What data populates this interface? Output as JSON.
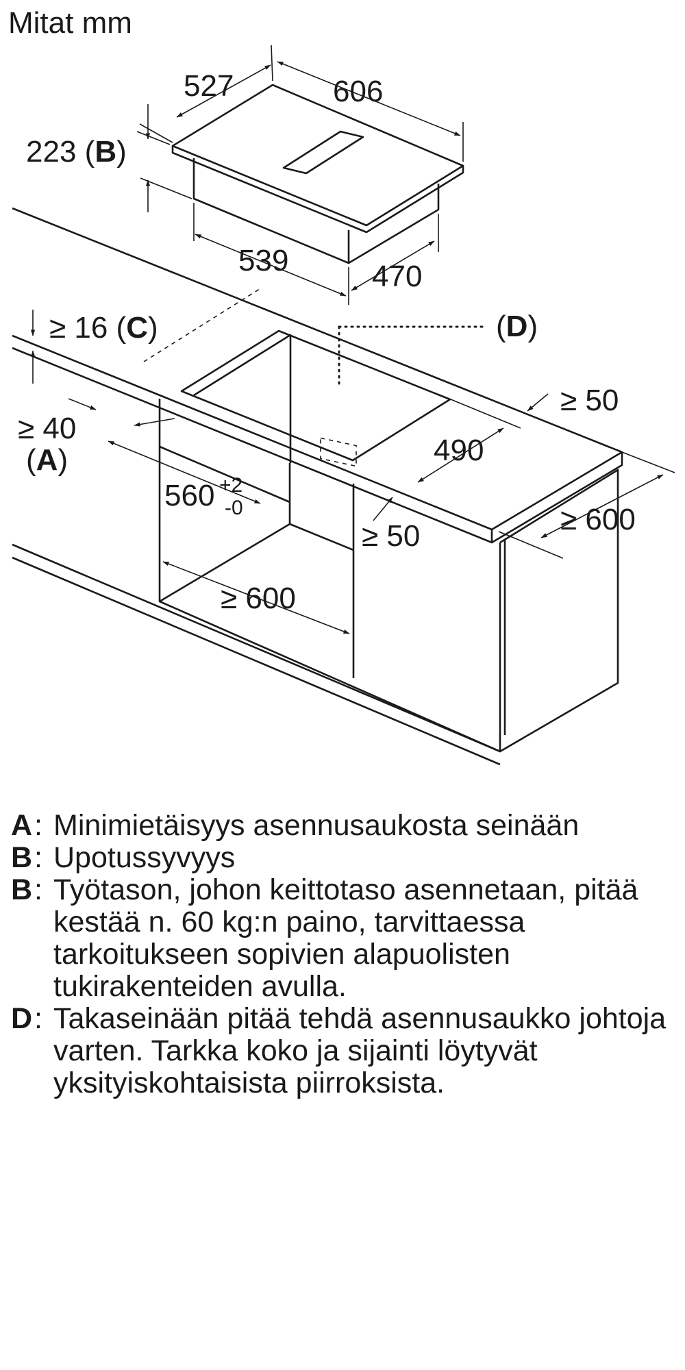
{
  "title": "Mitat mm",
  "dimensions": {
    "depth_top": "527",
    "width_top": "606",
    "height": "223",
    "height_ref": "B",
    "body_width": "539",
    "body_depth": "470",
    "min_thickness": "≥ 16",
    "min_thickness_ref": "C",
    "wall_clearance": "≥ 40",
    "wall_clearance_ref": "A",
    "side_clearance_right": "≥ 50",
    "cutout_depth": "490",
    "cutout_width": "560",
    "cutout_width_tol_plus": "+2",
    "cutout_width_tol_minus": "-0",
    "front_clearance": "≥ 50",
    "cabinet_width": "≥ 600",
    "counter_depth": "≥ 600",
    "rear_opening_ref": "D"
  },
  "legend": [
    {
      "key": "A",
      "text": "Minimietäisyys asennusaukosta seinään"
    },
    {
      "key": "B",
      "text": "Upotussyvyys"
    },
    {
      "key": "B",
      "text": "Työtason, johon keittotaso asennetaan, pitää kestää n. 60 kg:n paino, tarvittaessa tarkoitukseen sopivien alapuolisten tukirakenteiden avulla."
    },
    {
      "key": "D",
      "text": "Takaseinään pitää tehdä asennusaukko johtoja varten. Tarkka koko ja sijainti löytyvät yksityiskohtaisista piirroksista."
    }
  ]
}
